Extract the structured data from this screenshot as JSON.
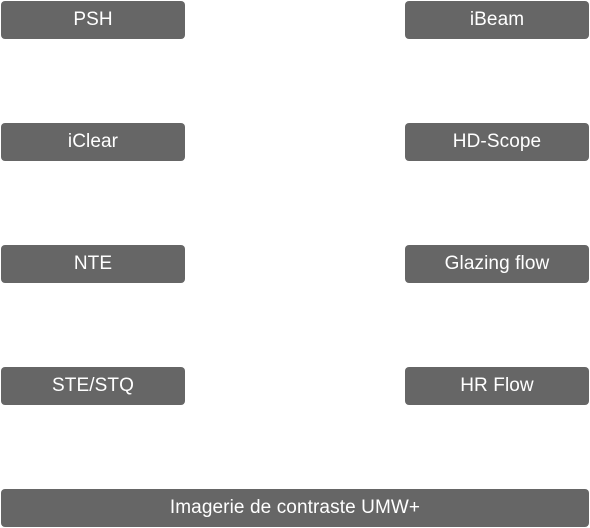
{
  "features": {
    "left": [
      {
        "label": "PSH"
      },
      {
        "label": "iClear"
      },
      {
        "label": "NTE"
      },
      {
        "label": "STE/STQ"
      }
    ],
    "right": [
      {
        "label": "iBeam"
      },
      {
        "label": "HD-Scope"
      },
      {
        "label": "Glazing flow"
      },
      {
        "label": "HR Flow"
      }
    ],
    "bottom": {
      "label": "Imagerie de contraste UMW+"
    }
  },
  "colors": {
    "button_bg": "#666666",
    "button_text": "#ffffff",
    "page_bg": "#ffffff"
  }
}
